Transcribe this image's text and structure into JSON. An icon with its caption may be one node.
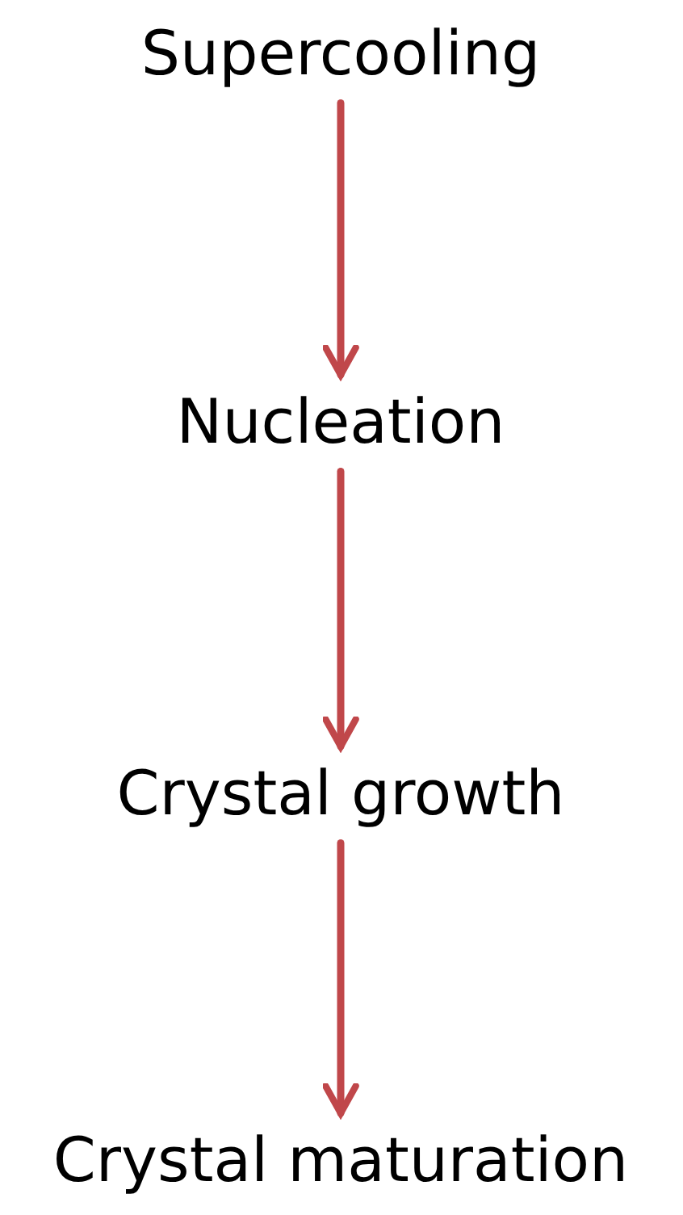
{
  "diagram": {
    "nodes": [
      {
        "text": [
          "Supercooling"
        ]
      },
      {
        "text": [
          "Nucleation"
        ]
      },
      {
        "text": [
          "Crystal growth"
        ]
      },
      {
        "text": [
          "Crystal maturation"
        ]
      }
    ],
    "edges": [
      {
        "from": 0,
        "to": 1,
        "arrow": "to"
      },
      {
        "from": 1,
        "to": 2,
        "arrow": "to"
      },
      {
        "from": 2,
        "to": 3,
        "arrow": "to"
      }
    ]
  }
}
